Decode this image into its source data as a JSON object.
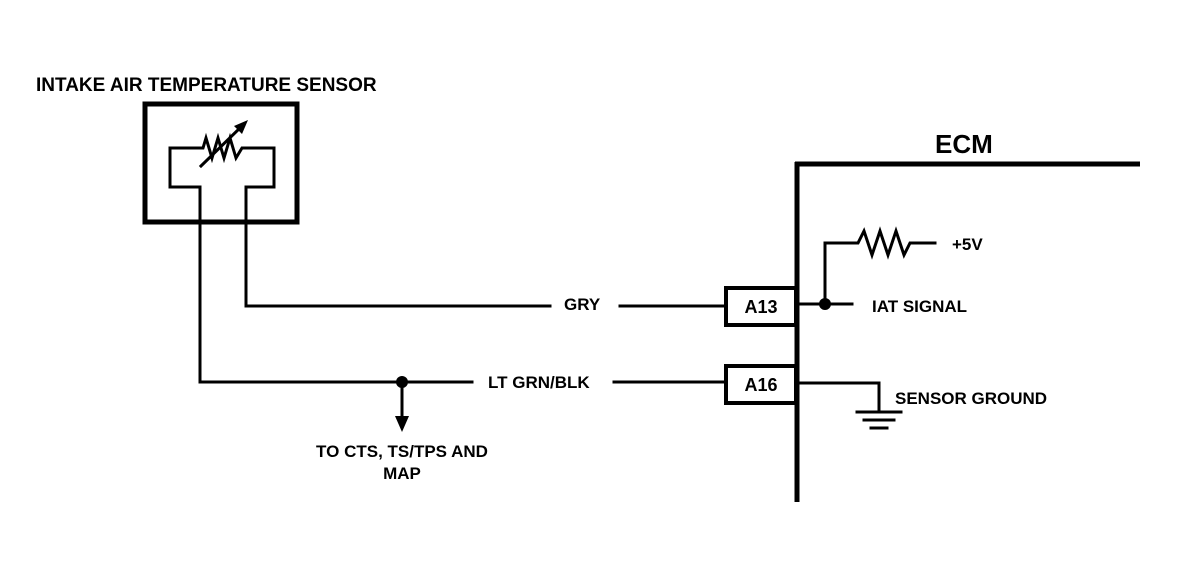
{
  "sensor": {
    "title": "INTAKE AIR TEMPERATURE SENSOR"
  },
  "ecm": {
    "title": "ECM"
  },
  "wires": {
    "gry": "GRY",
    "lt_grn_blk": "LT GRN/BLK"
  },
  "pins": {
    "a13": "A13",
    "a16": "A16"
  },
  "signals": {
    "plus5v": "+5V",
    "iat_signal": "IAT SIGNAL",
    "sensor_ground": "SENSOR GROUND"
  },
  "branch": {
    "line1": "TO CTS, TS/TPS AND",
    "line2": "MAP"
  }
}
